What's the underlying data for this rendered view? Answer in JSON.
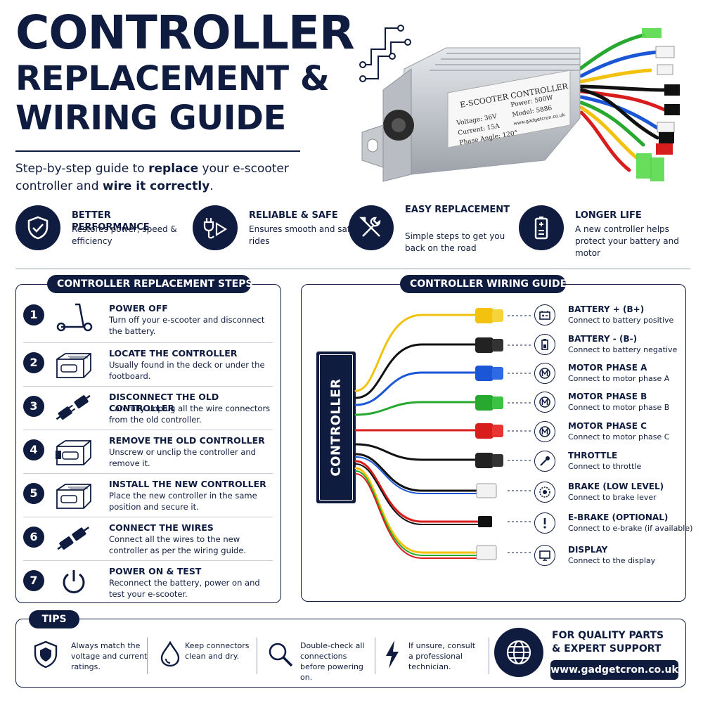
{
  "header": {
    "title_line1": "CONTROLLER",
    "title_line2": "REPLACEMENT &",
    "title_line3": "WIRING GUIDE",
    "subtitle_a": "Step-by-step guide to ",
    "subtitle_b": "replace",
    "subtitle_c": " your e-scooter controller and ",
    "subtitle_d": "wire it correctly",
    "subtitle_e": "."
  },
  "product_label": {
    "title": "E-SCOOTER CONTROLLER",
    "voltage": "Voltage: 36V",
    "current": "Current: 15A",
    "phase": "Phase Angle: 120°",
    "power": "Power: 500W",
    "model": "Model: 5886",
    "site": "www.gadgetcron.co.uk"
  },
  "benefits": [
    {
      "title": "BETTER PERFORMANCE",
      "desc": "Restores power, speed & efficiency",
      "icon": "shield-check-icon"
    },
    {
      "title": "RELIABLE & SAFE",
      "desc": "Ensures smooth and safe rides",
      "icon": "plug-icon"
    },
    {
      "title": "EASY REPLACEMENT",
      "desc": "Simple steps to get you back on the road",
      "icon": "tools-icon"
    },
    {
      "title": "LONGER LIFE",
      "desc": "A new controller helps protect your battery and motor",
      "icon": "battery-icon"
    }
  ],
  "steps_panel": {
    "title": "CONTROLLER REPLACEMENT STEPS",
    "steps": [
      {
        "num": "1",
        "title": "POWER OFF",
        "desc": "Turn off your e-scooter and disconnect the battery.",
        "icon": "scooter-icon"
      },
      {
        "num": "2",
        "title": "LOCATE THE CONTROLLER",
        "desc": "Usually found in the deck or under the footboard.",
        "icon": "controller-box-icon"
      },
      {
        "num": "3",
        "title": "DISCONNECT THE OLD CONTROLLER",
        "desc": "Carefully unplug all the wire connectors from the old controller.",
        "icon": "connector-icon"
      },
      {
        "num": "4",
        "title": "REMOVE THE OLD CONTROLLER",
        "desc": "Unscrew or unclip the controller and remove it.",
        "icon": "controller-box-icon"
      },
      {
        "num": "5",
        "title": "INSTALL THE NEW CONTROLLER",
        "desc": "Place the new controller in the same position and secure it.",
        "icon": "controller-box-icon"
      },
      {
        "num": "6",
        "title": "CONNECT THE WIRES",
        "desc": "Connect all the wires to the new controller as per the wiring guide.",
        "icon": "connector-icon"
      },
      {
        "num": "7",
        "title": "POWER ON & TEST",
        "desc": "Reconnect the battery, power on and test your e-scooter.",
        "icon": "power-icon"
      }
    ]
  },
  "wiring_panel": {
    "title": "CONTROLLER WIRING GUIDE",
    "controller_label": "CONTROLLER",
    "wires": [
      {
        "title": "BATTERY + (B+)",
        "desc": "Connect to battery positive",
        "color": "#f2c20f",
        "icon": "battery-plus-icon"
      },
      {
        "title": "BATTERY - (B-)",
        "desc": "Connect to battery negative",
        "color": "#111111",
        "icon": "battery-icon"
      },
      {
        "title": "MOTOR PHASE A",
        "desc": "Connect to motor phase A",
        "color": "#1a56d6",
        "icon": "motor-icon"
      },
      {
        "title": "MOTOR PHASE B",
        "desc": "Connect to motor phase B",
        "color": "#27a82f",
        "icon": "motor-icon"
      },
      {
        "title": "MOTOR PHASE C",
        "desc": "Connect to motor phase C",
        "color": "#d81d1d",
        "icon": "motor-icon"
      },
      {
        "title": "THROTTLE",
        "desc": "Connect to throttle",
        "color": "#111111",
        "icon": "throttle-icon"
      },
      {
        "title": "BRAKE (LOW LEVEL)",
        "desc": "Connect to brake lever",
        "color": "#d0d0d0",
        "icon": "brake-icon"
      },
      {
        "title": "E-BRAKE (OPTIONAL)",
        "desc": "Connect to e-brake (if available)",
        "color": "#111111",
        "icon": "alert-icon"
      },
      {
        "title": "DISPLAY",
        "desc": "Connect to the display",
        "color": "#d0d0d0",
        "icon": "display-icon"
      }
    ]
  },
  "tips": {
    "title": "TIPS",
    "items": [
      {
        "text": "Always match the voltage and current ratings.",
        "icon": "shield-icon"
      },
      {
        "text": "Keep connectors clean and dry.",
        "icon": "drop-icon"
      },
      {
        "text": "Double-check all connections before powering on.",
        "icon": "magnifier-icon"
      },
      {
        "text": "If unsure, consult a professional technician.",
        "icon": "lightning-icon"
      }
    ],
    "support_line1": "FOR QUALITY PARTS",
    "support_line2": "& EXPERT SUPPORT",
    "website": "www.gadgetcron.co.uk"
  }
}
